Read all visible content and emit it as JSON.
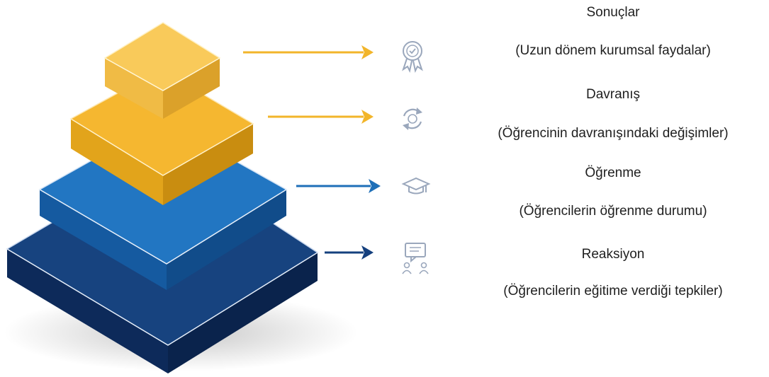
{
  "levels": [
    {
      "title": "Sonuçlar",
      "subtitle": "(Uzun dönem kurumsal faydalar)",
      "icon": "award-ribbon-icon",
      "color": "#f2b52a"
    },
    {
      "title": "Davranış",
      "subtitle": "(Öğrencinin davranışındaki değişimler)",
      "icon": "refresh-cycle-icon",
      "color": "#f2b52a"
    },
    {
      "title": "Öğrenme",
      "subtitle": "(Öğrencilerin öğrenme durumu)",
      "icon": "graduation-cap-icon",
      "color": "#1e6fb8"
    },
    {
      "title": "Reaksiyon",
      "subtitle": "(Öğrencilerin eğitime verdiği tepkiler)",
      "icon": "feedback-chat-icon",
      "color": "#15407e"
    }
  ]
}
